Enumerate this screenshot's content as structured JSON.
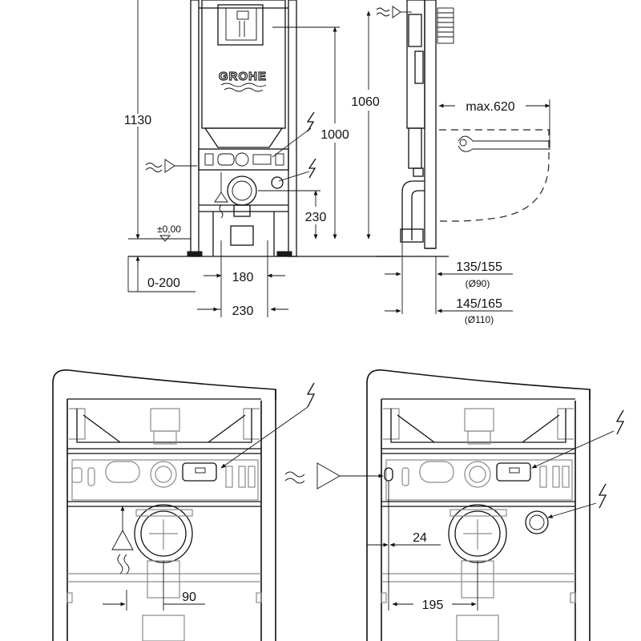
{
  "front_view": {
    "brand_logo": "GROHE",
    "dim_total_height": "1130",
    "dim_1060": "1060",
    "dim_1000": "1000",
    "dim_230_right": "230",
    "level_label": "±0,00",
    "dim_0_200": "0-200",
    "dim_180": "180",
    "dim_230_bottom": "230"
  },
  "side_view": {
    "dim_max_620": "max.620",
    "dim_135_155": "135/155",
    "dim_o90": "(Ø90)",
    "dim_145_165": "145/165",
    "dim_o110": "(Ø110)"
  },
  "detail_left": {
    "dim_90": "90"
  },
  "detail_right": {
    "dim_24": "24",
    "dim_195": "195"
  },
  "icons": [
    "power-icon",
    "water-supply-icon",
    "drain-arrow-icon"
  ]
}
